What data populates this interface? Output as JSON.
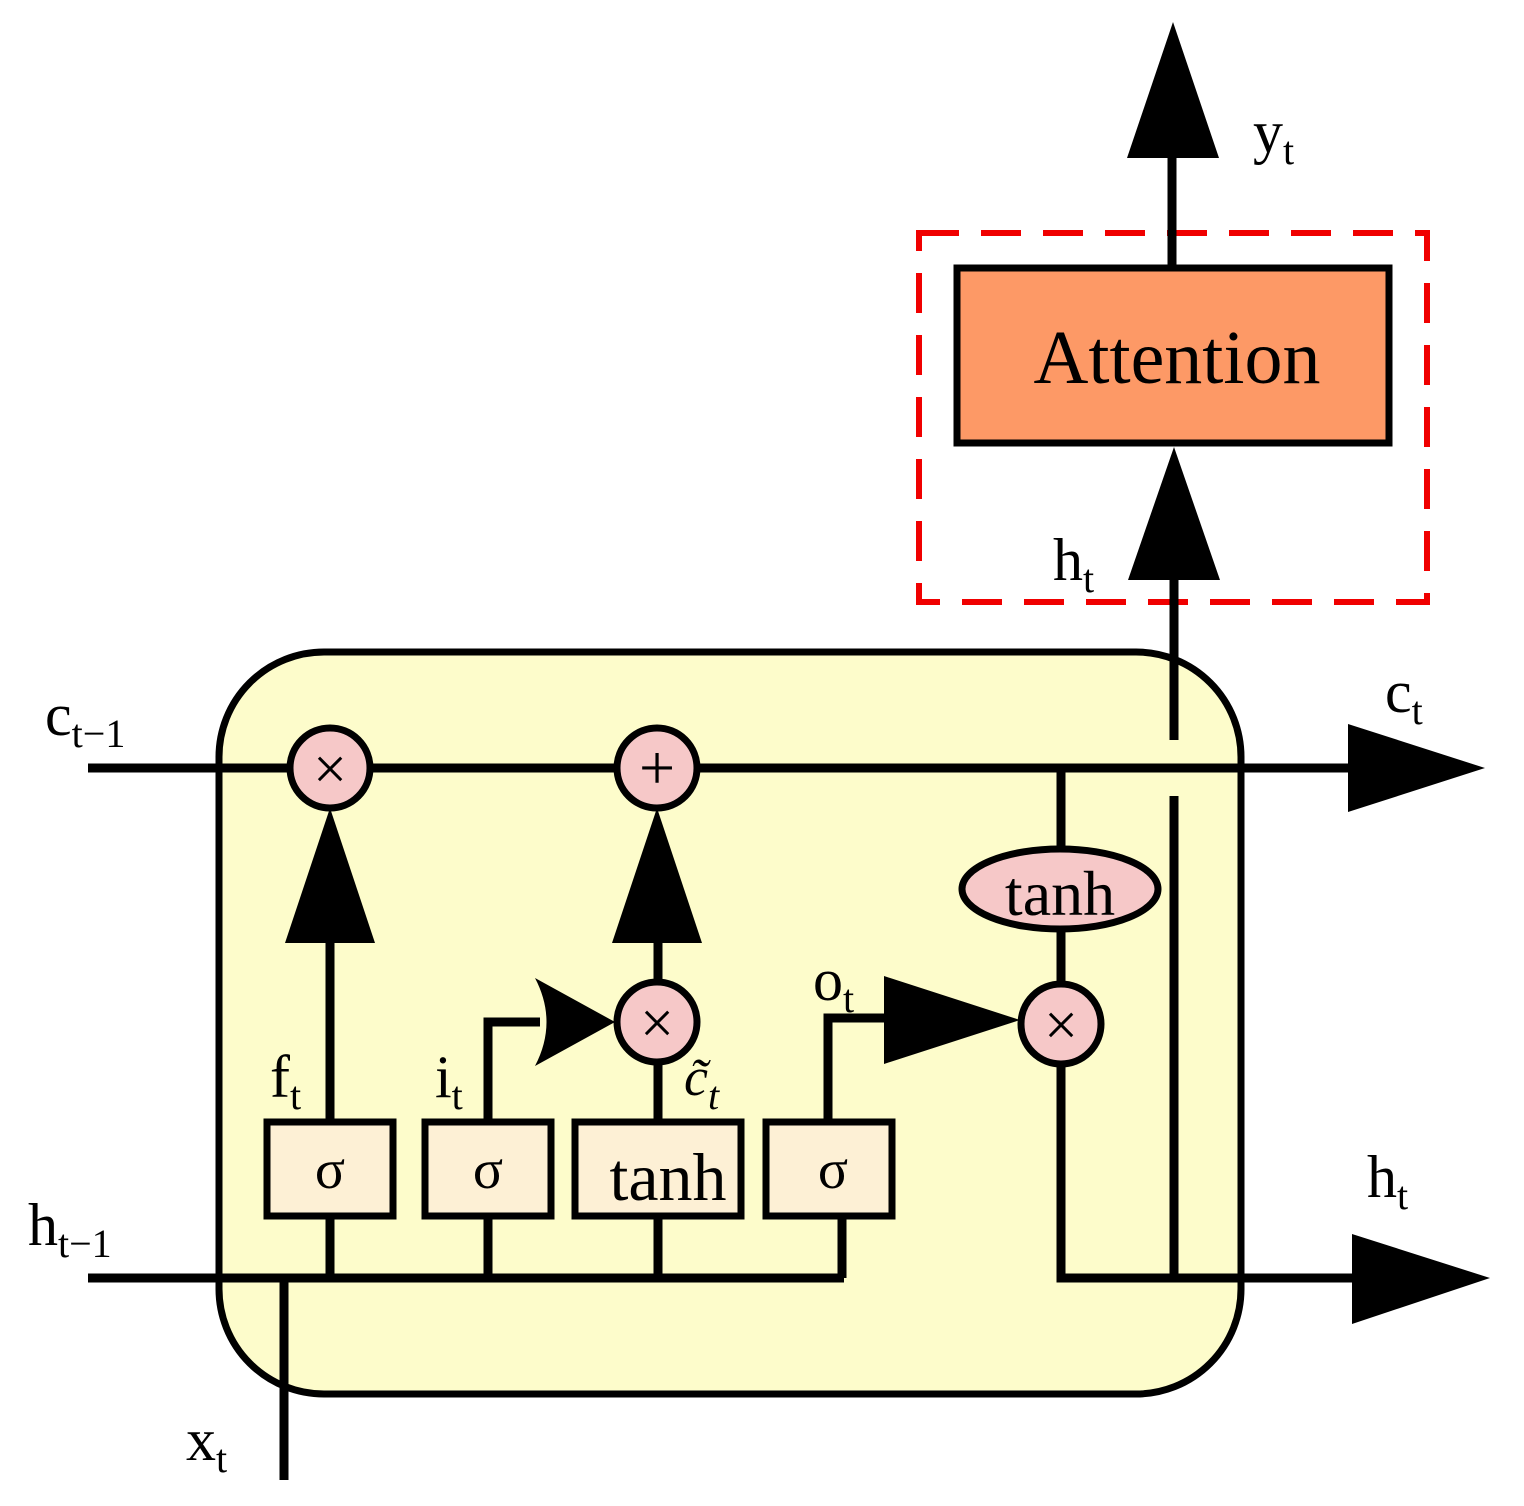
{
  "colors": {
    "cell_fill": "#FDFCCB",
    "gate_fill": "#FDF0D5",
    "op_fill": "#F6C8C8",
    "attention_fill": "#FD9966",
    "dashed_border": "#F00000",
    "line": "#000000"
  },
  "labels": {
    "c_prev": {
      "base": "c",
      "sub": "t−1"
    },
    "h_prev": {
      "base": "h",
      "sub": "t−1"
    },
    "x_t": {
      "base": "x",
      "sub": "t"
    },
    "c_t": {
      "base": "c",
      "sub": "t"
    },
    "h_t_out": {
      "base": "h",
      "sub": "t"
    },
    "h_t_up": {
      "base": "h",
      "sub": "t"
    },
    "y_t": {
      "base": "y",
      "sub": "t"
    },
    "f_t": {
      "base": "f",
      "sub": "t"
    },
    "i_t": {
      "base": "i",
      "sub": "t"
    },
    "o_t": {
      "base": "o",
      "sub": "t"
    },
    "c_tilde": {
      "base": "c̃",
      "sub": "t"
    }
  },
  "gates": {
    "forget": "σ",
    "input": "σ",
    "candidate": "tanh",
    "output": "σ"
  },
  "ops": {
    "forget_mult": "×",
    "cell_add": "+",
    "input_mult": "×",
    "output_mult": "×",
    "cell_tanh": "tanh"
  },
  "attention": {
    "label": "Attention"
  }
}
